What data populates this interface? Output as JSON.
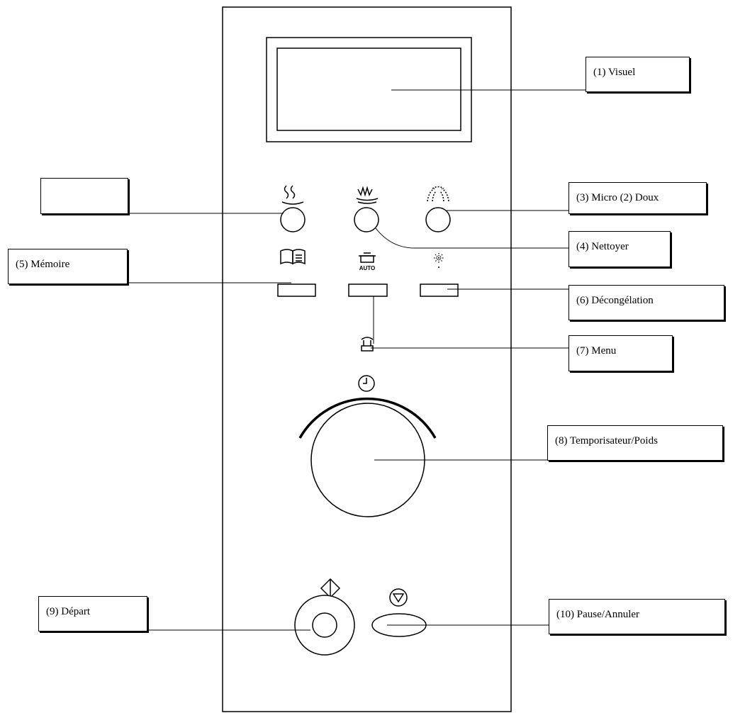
{
  "labels": {
    "display": "(1) Visuel",
    "unlabeled": "",
    "micro_doux": "(3) Micro (2) Doux",
    "nettoyer": "(4) Nettoyer",
    "memoire": "(5) Mémoire",
    "decongelation": "(6) Décongélation",
    "menu": "(7) Menu",
    "timer_weight": "(8) Temporisateur/Poids",
    "depart": "(9) Départ",
    "pause_annuler": "(10) Pause/Annuler"
  },
  "icons": {
    "auto_text": "AUTO",
    "button_row_1": [
      "steam-icon",
      "grill-icon",
      "micro-icon"
    ],
    "button_row_2": [
      "book-icon",
      "auto-pot-icon",
      "defrost-icon"
    ],
    "menu": "scale-icon",
    "timer": "clock-icon",
    "start": "start-diamond-icon",
    "stop": "stop-triangle-icon"
  },
  "colors": {
    "line": "#000000",
    "background": "#ffffff"
  }
}
